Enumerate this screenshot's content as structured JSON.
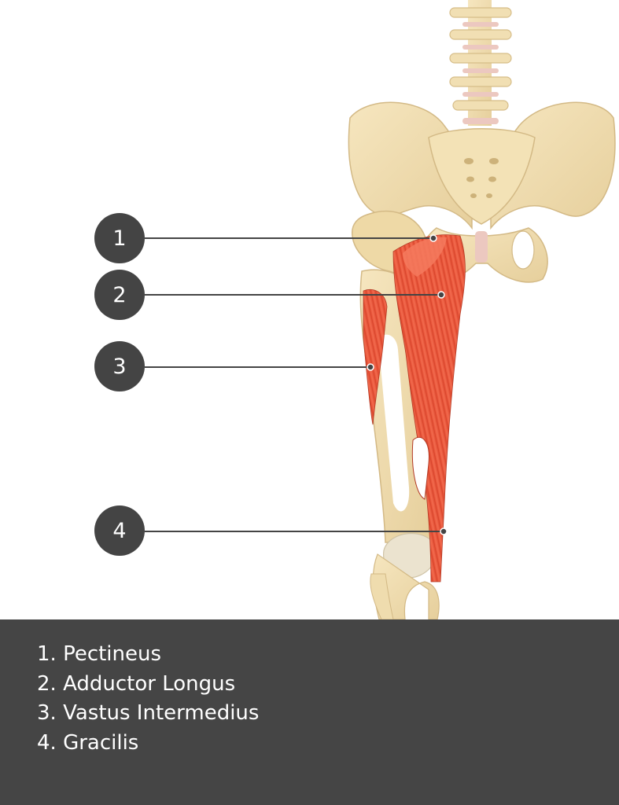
{
  "markers": [
    {
      "label": "1",
      "structure": "Pectineus"
    },
    {
      "label": "2",
      "structure": "Adductor Longus"
    },
    {
      "label": "3",
      "structure": "Vastus Intermedius"
    },
    {
      "label": "4",
      "structure": "Gracilis"
    }
  ],
  "legend": [
    "1. Pectineus",
    "2. Adductor Longus",
    "3. Vastus Intermedius",
    "4. Gracilis"
  ],
  "colors": {
    "bone": "#f0dcae",
    "bone_shadow": "#d9c08c",
    "muscle": "#e8563a",
    "muscle_light": "#f47a5e",
    "marker": "#444444",
    "legend_bg": "#454545",
    "cartilage": "#ecc8c0"
  }
}
